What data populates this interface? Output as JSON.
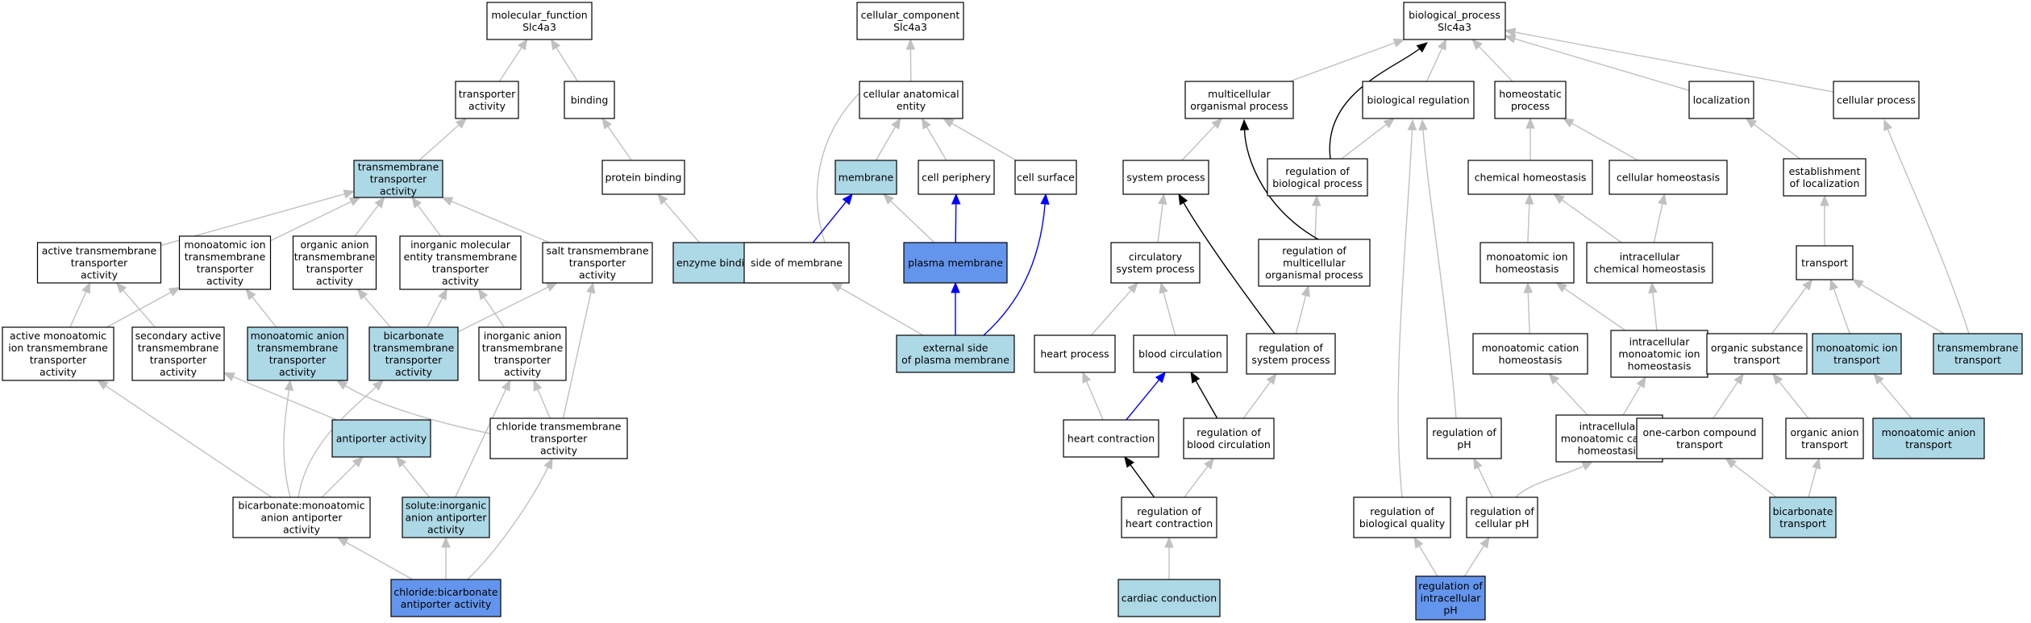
{
  "colors": {
    "white": "#ffffff",
    "light": "#add8e6",
    "dark": "#6495ed",
    "gray": "#c0c0c0",
    "black": "#000000",
    "blue": "#0000ff"
  },
  "nodes": [
    {
      "id": "mf",
      "lines": [
        "molecular_function",
        "Slc4a3"
      ],
      "fill": "white"
    },
    {
      "id": "transporter",
      "lines": [
        "transporter",
        "activity"
      ],
      "fill": "white"
    },
    {
      "id": "binding",
      "lines": [
        "binding"
      ],
      "fill": "white"
    },
    {
      "id": "tm_transporter",
      "lines": [
        "transmembrane",
        "transporter",
        "activity"
      ],
      "fill": "light"
    },
    {
      "id": "protein_binding",
      "lines": [
        "protein binding"
      ],
      "fill": "white"
    },
    {
      "id": "active_tm",
      "lines": [
        "active transmembrane",
        "transporter",
        "activity"
      ],
      "fill": "white"
    },
    {
      "id": "monoion_tm",
      "lines": [
        "monoatomic ion",
        "transmembrane",
        "transporter",
        "activity"
      ],
      "fill": "white"
    },
    {
      "id": "organic_anion_tm",
      "lines": [
        "organic anion",
        "transmembrane",
        "transporter",
        "activity"
      ],
      "fill": "white"
    },
    {
      "id": "inorg_mol_tm",
      "lines": [
        "inorganic molecular",
        "entity transmembrane",
        "transporter",
        "activity"
      ],
      "fill": "white"
    },
    {
      "id": "salt_tm",
      "lines": [
        "salt transmembrane",
        "transporter",
        "activity"
      ],
      "fill": "white"
    },
    {
      "id": "enzyme_binding",
      "lines": [
        "enzyme binding"
      ],
      "fill": "light"
    },
    {
      "id": "active_monoion_tm",
      "lines": [
        "active monoatomic",
        "ion transmembrane",
        "transporter",
        "activity"
      ],
      "fill": "white"
    },
    {
      "id": "secondary_active",
      "lines": [
        "secondary active",
        "transmembrane",
        "transporter",
        "activity"
      ],
      "fill": "white"
    },
    {
      "id": "monoanion_tm",
      "lines": [
        "monoatomic anion",
        "transmembrane",
        "transporter",
        "activity"
      ],
      "fill": "light"
    },
    {
      "id": "bicarbonate_tm",
      "lines": [
        "bicarbonate",
        "transmembrane",
        "transporter",
        "activity"
      ],
      "fill": "light"
    },
    {
      "id": "inorg_anion_tm",
      "lines": [
        "inorganic anion",
        "transmembrane",
        "transporter",
        "activity"
      ],
      "fill": "white"
    },
    {
      "id": "antiporter",
      "lines": [
        "antiporter activity"
      ],
      "fill": "light"
    },
    {
      "id": "chloride_tm",
      "lines": [
        "chloride transmembrane",
        "transporter",
        "activity"
      ],
      "fill": "white"
    },
    {
      "id": "bicarb_monoanion_anti",
      "lines": [
        "bicarbonate:monoatomic",
        "anion antiporter",
        "activity"
      ],
      "fill": "white"
    },
    {
      "id": "solute_inorg_anti",
      "lines": [
        "solute:inorganic",
        "anion antiporter",
        "activity"
      ],
      "fill": "light"
    },
    {
      "id": "chloride_bicarb_anti",
      "lines": [
        "chloride:bicarbonate",
        "antiporter activity"
      ],
      "fill": "dark"
    },
    {
      "id": "cc",
      "lines": [
        "cellular_component",
        "Slc4a3"
      ],
      "fill": "white"
    },
    {
      "id": "cell_anat",
      "lines": [
        "cellular anatomical",
        "entity"
      ],
      "fill": "white"
    },
    {
      "id": "membrane",
      "lines": [
        "membrane"
      ],
      "fill": "light"
    },
    {
      "id": "cell_periphery",
      "lines": [
        "cell periphery"
      ],
      "fill": "white"
    },
    {
      "id": "cell_surface",
      "lines": [
        "cell surface"
      ],
      "fill": "white"
    },
    {
      "id": "side_of_membrane",
      "lines": [
        "side of membrane"
      ],
      "fill": "white"
    },
    {
      "id": "plasma_membrane",
      "lines": [
        "plasma membrane"
      ],
      "fill": "dark"
    },
    {
      "id": "ext_side_pm",
      "lines": [
        "external side",
        "of plasma membrane"
      ],
      "fill": "light"
    },
    {
      "id": "bp",
      "lines": [
        "biological_process",
        "Slc4a3"
      ],
      "fill": "white"
    },
    {
      "id": "multicell_proc",
      "lines": [
        "multicellular",
        "organismal process"
      ],
      "fill": "white"
    },
    {
      "id": "bio_reg",
      "lines": [
        "biological regulation"
      ],
      "fill": "white"
    },
    {
      "id": "homeostatic",
      "lines": [
        "homeostatic",
        "process"
      ],
      "fill": "white"
    },
    {
      "id": "localization",
      "lines": [
        "localization"
      ],
      "fill": "white"
    },
    {
      "id": "cellular_process",
      "lines": [
        "cellular process"
      ],
      "fill": "white"
    },
    {
      "id": "system_process",
      "lines": [
        "system process"
      ],
      "fill": "white"
    },
    {
      "id": "reg_bio_proc",
      "lines": [
        "regulation of",
        "biological process"
      ],
      "fill": "white"
    },
    {
      "id": "chem_homeo",
      "lines": [
        "chemical homeostasis"
      ],
      "fill": "white"
    },
    {
      "id": "cell_homeo",
      "lines": [
        "cellular homeostasis"
      ],
      "fill": "white"
    },
    {
      "id": "estab_loc",
      "lines": [
        "establishment",
        "of localization"
      ],
      "fill": "white"
    },
    {
      "id": "circ_sys",
      "lines": [
        "circulatory",
        "system process"
      ],
      "fill": "white"
    },
    {
      "id": "reg_multicell",
      "lines": [
        "regulation of",
        "multicellular",
        "organismal process"
      ],
      "fill": "white"
    },
    {
      "id": "monoion_homeo",
      "lines": [
        "monoatomic ion",
        "homeostasis"
      ],
      "fill": "white"
    },
    {
      "id": "intracell_chem_homeo",
      "lines": [
        "intracellular",
        "chemical homeostasis"
      ],
      "fill": "white"
    },
    {
      "id": "transport",
      "lines": [
        "transport"
      ],
      "fill": "white"
    },
    {
      "id": "heart_process",
      "lines": [
        "heart process"
      ],
      "fill": "white"
    },
    {
      "id": "blood_circ",
      "lines": [
        "blood circulation"
      ],
      "fill": "white"
    },
    {
      "id": "reg_sys_proc",
      "lines": [
        "regulation of",
        "system process"
      ],
      "fill": "white"
    },
    {
      "id": "monocation_homeo",
      "lines": [
        "monoatomic cation",
        "homeostasis"
      ],
      "fill": "white"
    },
    {
      "id": "intracell_monoion_homeo",
      "lines": [
        "intracellular",
        "monoatomic ion",
        "homeostasis"
      ],
      "fill": "white"
    },
    {
      "id": "organic_sub_transport",
      "lines": [
        "organic substance",
        "transport"
      ],
      "fill": "white"
    },
    {
      "id": "monoion_transport",
      "lines": [
        "monoatomic ion",
        "transport"
      ],
      "fill": "light"
    },
    {
      "id": "tm_transport",
      "lines": [
        "transmembrane",
        "transport"
      ],
      "fill": "light"
    },
    {
      "id": "heart_contraction",
      "lines": [
        "heart contraction"
      ],
      "fill": "white"
    },
    {
      "id": "reg_blood_circ",
      "lines": [
        "regulation of",
        "blood circulation"
      ],
      "fill": "white"
    },
    {
      "id": "reg_ph",
      "lines": [
        "regulation of",
        "pH"
      ],
      "fill": "white"
    },
    {
      "id": "intracell_monocation_homeo",
      "lines": [
        "intracellular",
        "monoatomic cation",
        "homeostasis"
      ],
      "fill": "white"
    },
    {
      "id": "one_carbon",
      "lines": [
        "one-carbon compound",
        "transport"
      ],
      "fill": "white"
    },
    {
      "id": "organic_anion_transport",
      "lines": [
        "organic anion",
        "transport"
      ],
      "fill": "white"
    },
    {
      "id": "monoanion_transport",
      "lines": [
        "monoatomic anion",
        "transport"
      ],
      "fill": "light"
    },
    {
      "id": "reg_heart_contraction",
      "lines": [
        "regulation of",
        "heart contraction"
      ],
      "fill": "white"
    },
    {
      "id": "reg_bio_quality",
      "lines": [
        "regulation of",
        "biological quality"
      ],
      "fill": "white"
    },
    {
      "id": "reg_cell_ph",
      "lines": [
        "regulation of",
        "cellular pH"
      ],
      "fill": "white"
    },
    {
      "id": "bicarb_transport",
      "lines": [
        "bicarbonate",
        "transport"
      ],
      "fill": "light"
    },
    {
      "id": "cardiac_conduction",
      "lines": [
        "cardiac conduction"
      ],
      "fill": "light"
    },
    {
      "id": "reg_intracell_ph",
      "lines": [
        "regulation of",
        "intracellular",
        "pH"
      ],
      "fill": "dark"
    }
  ],
  "edges": [
    {
      "from": "transporter",
      "to": "mf",
      "color": "gray"
    },
    {
      "from": "binding",
      "to": "mf",
      "color": "gray"
    },
    {
      "from": "tm_transporter",
      "to": "transporter",
      "color": "gray"
    },
    {
      "from": "protein_binding",
      "to": "binding",
      "color": "gray"
    },
    {
      "from": "active_tm",
      "to": "tm_transporter",
      "color": "gray"
    },
    {
      "from": "monoion_tm",
      "to": "tm_transporter",
      "color": "gray"
    },
    {
      "from": "organic_anion_tm",
      "to": "tm_transporter",
      "color": "gray"
    },
    {
      "from": "inorg_mol_tm",
      "to": "tm_transporter",
      "color": "gray"
    },
    {
      "from": "salt_tm",
      "to": "tm_transporter",
      "color": "gray"
    },
    {
      "from": "enzyme_binding",
      "to": "protein_binding",
      "color": "gray"
    },
    {
      "from": "active_monoion_tm",
      "to": "active_tm",
      "color": "gray"
    },
    {
      "from": "active_monoion_tm",
      "to": "monoion_tm",
      "color": "gray"
    },
    {
      "from": "secondary_active",
      "to": "active_tm",
      "color": "gray"
    },
    {
      "from": "monoanion_tm",
      "to": "monoion_tm",
      "color": "gray"
    },
    {
      "from": "bicarbonate_tm",
      "to": "organic_anion_tm",
      "color": "gray"
    },
    {
      "from": "bicarbonate_tm",
      "to": "inorg_mol_tm",
      "color": "gray"
    },
    {
      "from": "bicarbonate_tm",
      "to": "salt_tm",
      "color": "gray"
    },
    {
      "from": "inorg_anion_tm",
      "to": "inorg_mol_tm",
      "color": "gray"
    },
    {
      "from": "antiporter",
      "to": "secondary_active",
      "color": "gray"
    },
    {
      "from": "chloride_tm",
      "to": "monoanion_tm",
      "color": "gray"
    },
    {
      "from": "chloride_tm",
      "to": "inorg_anion_tm",
      "color": "gray"
    },
    {
      "from": "chloride_tm",
      "to": "salt_tm",
      "color": "gray"
    },
    {
      "from": "bicarb_monoanion_anti",
      "to": "active_monoion_tm",
      "color": "gray"
    },
    {
      "from": "bicarb_monoanion_anti",
      "to": "monoanion_tm",
      "color": "gray"
    },
    {
      "from": "bicarb_monoanion_anti",
      "to": "bicarbonate_tm",
      "color": "gray"
    },
    {
      "from": "bicarb_monoanion_anti",
      "to": "antiporter",
      "color": "gray"
    },
    {
      "from": "solute_inorg_anti",
      "to": "antiporter",
      "color": "gray"
    },
    {
      "from": "solute_inorg_anti",
      "to": "inorg_anion_tm",
      "color": "gray"
    },
    {
      "from": "chloride_bicarb_anti",
      "to": "bicarb_monoanion_anti",
      "color": "gray"
    },
    {
      "from": "chloride_bicarb_anti",
      "to": "solute_inorg_anti",
      "color": "gray"
    },
    {
      "from": "chloride_bicarb_anti",
      "to": "chloride_tm",
      "color": "gray"
    },
    {
      "from": "cell_anat",
      "to": "cc",
      "color": "gray"
    },
    {
      "from": "membrane",
      "to": "cell_anat",
      "color": "gray"
    },
    {
      "from": "cell_periphery",
      "to": "cell_anat",
      "color": "gray"
    },
    {
      "from": "cell_surface",
      "to": "cell_anat",
      "color": "gray"
    },
    {
      "from": "side_of_membrane",
      "to": "cell_anat",
      "color": "gray"
    },
    {
      "from": "side_of_membrane",
      "to": "membrane",
      "color": "blue"
    },
    {
      "from": "plasma_membrane",
      "to": "membrane",
      "color": "gray"
    },
    {
      "from": "plasma_membrane",
      "to": "cell_periphery",
      "color": "blue"
    },
    {
      "from": "ext_side_pm",
      "to": "side_of_membrane",
      "color": "gray"
    },
    {
      "from": "ext_side_pm",
      "to": "plasma_membrane",
      "color": "blue"
    },
    {
      "from": "ext_side_pm",
      "to": "cell_surface",
      "color": "blue"
    },
    {
      "from": "multicell_proc",
      "to": "bp",
      "color": "gray"
    },
    {
      "from": "bio_reg",
      "to": "bp",
      "color": "gray"
    },
    {
      "from": "homeostatic",
      "to": "bp",
      "color": "gray"
    },
    {
      "from": "localization",
      "to": "bp",
      "color": "gray"
    },
    {
      "from": "cellular_process",
      "to": "bp",
      "color": "gray"
    },
    {
      "from": "reg_bio_proc",
      "to": "bp",
      "color": "black"
    },
    {
      "from": "system_process",
      "to": "multicell_proc",
      "color": "gray"
    },
    {
      "from": "reg_bio_proc",
      "to": "bio_reg",
      "color": "gray"
    },
    {
      "from": "chem_homeo",
      "to": "homeostatic",
      "color": "gray"
    },
    {
      "from": "cell_homeo",
      "to": "homeostatic",
      "color": "gray"
    },
    {
      "from": "estab_loc",
      "to": "localization",
      "color": "gray"
    },
    {
      "from": "circ_sys",
      "to": "system_process",
      "color": "gray"
    },
    {
      "from": "reg_multicell",
      "to": "reg_bio_proc",
      "color": "gray"
    },
    {
      "from": "reg_multicell",
      "to": "multicell_proc",
      "color": "black"
    },
    {
      "from": "monoion_homeo",
      "to": "chem_homeo",
      "color": "gray"
    },
    {
      "from": "intracell_chem_homeo",
      "to": "chem_homeo",
      "color": "gray"
    },
    {
      "from": "intracell_chem_homeo",
      "to": "cell_homeo",
      "color": "gray"
    },
    {
      "from": "transport",
      "to": "estab_loc",
      "color": "gray"
    },
    {
      "from": "heart_process",
      "to": "circ_sys",
      "color": "gray"
    },
    {
      "from": "blood_circ",
      "to": "circ_sys",
      "color": "gray"
    },
    {
      "from": "reg_sys_proc",
      "to": "reg_multicell",
      "color": "gray"
    },
    {
      "from": "reg_sys_proc",
      "to": "system_process",
      "color": "black"
    },
    {
      "from": "monocation_homeo",
      "to": "monoion_homeo",
      "color": "gray"
    },
    {
      "from": "intracell_monoion_homeo",
      "to": "monoion_homeo",
      "color": "gray"
    },
    {
      "from": "intracell_monoion_homeo",
      "to": "intracell_chem_homeo",
      "color": "gray"
    },
    {
      "from": "organic_sub_transport",
      "to": "transport",
      "color": "gray"
    },
    {
      "from": "monoion_transport",
      "to": "transport",
      "color": "gray"
    },
    {
      "from": "tm_transport",
      "to": "transport",
      "color": "gray"
    },
    {
      "from": "tm_transport",
      "to": "cellular_process",
      "color": "gray"
    },
    {
      "from": "heart_contraction",
      "to": "heart_process",
      "color": "gray"
    },
    {
      "from": "heart_contraction",
      "to": "blood_circ",
      "color": "blue"
    },
    {
      "from": "reg_blood_circ",
      "to": "blood_circ",
      "color": "black"
    },
    {
      "from": "reg_blood_circ",
      "to": "reg_sys_proc",
      "color": "gray"
    },
    {
      "from": "reg_ph",
      "to": "bio_reg",
      "color": "gray"
    },
    {
      "from": "intracell_monocation_homeo",
      "to": "monocation_homeo",
      "color": "gray"
    },
    {
      "from": "intracell_monocation_homeo",
      "to": "intracell_monoion_homeo",
      "color": "gray"
    },
    {
      "from": "one_carbon",
      "to": "organic_sub_transport",
      "color": "gray"
    },
    {
      "from": "organic_anion_transport",
      "to": "organic_sub_transport",
      "color": "gray"
    },
    {
      "from": "monoanion_transport",
      "to": "monoion_transport",
      "color": "gray"
    },
    {
      "from": "reg_heart_contraction",
      "to": "heart_contraction",
      "color": "black"
    },
    {
      "from": "reg_heart_contraction",
      "to": "reg_blood_circ",
      "color": "gray"
    },
    {
      "from": "reg_bio_quality",
      "to": "bio_reg",
      "color": "gray"
    },
    {
      "from": "reg_cell_ph",
      "to": "reg_ph",
      "color": "gray"
    },
    {
      "from": "reg_cell_ph",
      "to": "intracell_monocation_homeo",
      "color": "gray"
    },
    {
      "from": "bicarb_transport",
      "to": "one_carbon",
      "color": "gray"
    },
    {
      "from": "bicarb_transport",
      "to": "organic_anion_transport",
      "color": "gray"
    },
    {
      "from": "cardiac_conduction",
      "to": "reg_heart_contraction",
      "color": "gray"
    },
    {
      "from": "reg_intracell_ph",
      "to": "reg_bio_quality",
      "color": "gray"
    },
    {
      "from": "reg_intracell_ph",
      "to": "reg_cell_ph",
      "color": "gray"
    }
  ]
}
